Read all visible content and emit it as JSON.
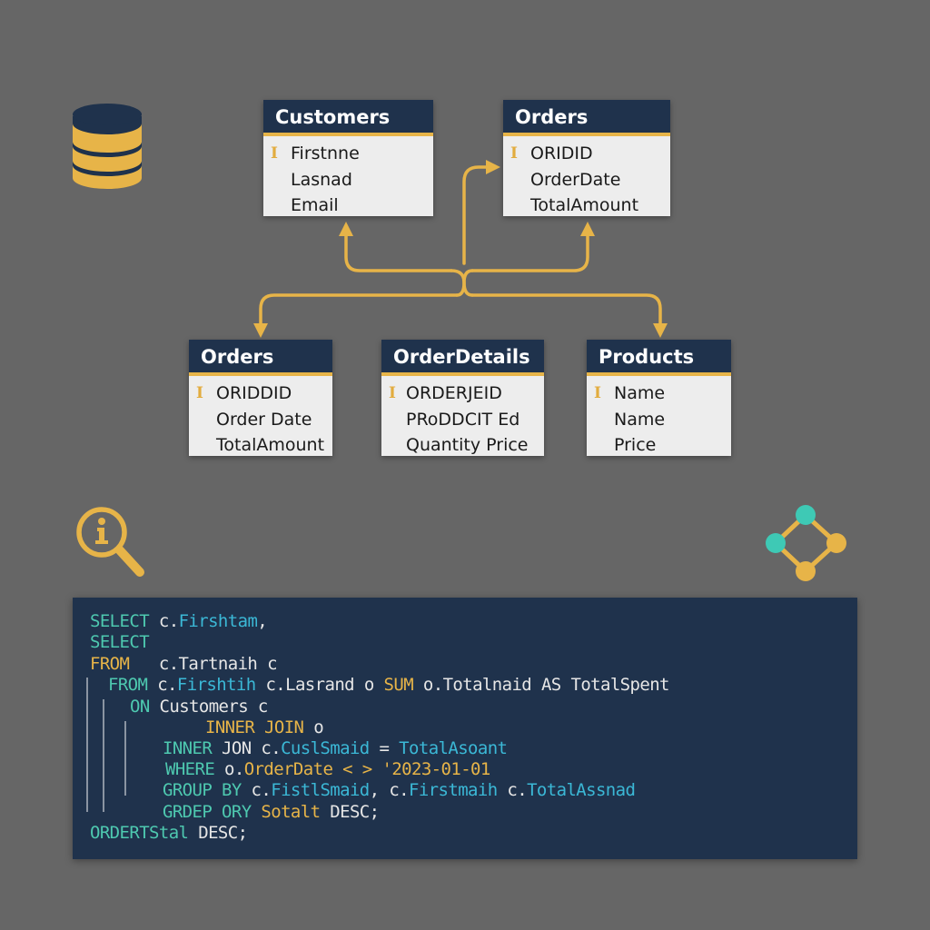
{
  "diagram": {
    "colors": {
      "background": "#666666",
      "table_header": "#1f324c",
      "table_body": "#ededed",
      "accent": "#e7b448",
      "teal": "#3ec9b5",
      "code_bg": "#1f324c"
    },
    "icons": {
      "database": "database-icon",
      "info_search": "info-magnifier-icon",
      "network": "network-nodes-icon"
    },
    "tables": {
      "customers": {
        "title": "Customers",
        "fields": [
          {
            "name": "Firstnne",
            "key": "I"
          },
          {
            "name": "Lasnad",
            "key": ""
          },
          {
            "name": "Email",
            "key": ""
          }
        ]
      },
      "orders_top": {
        "title": "Orders",
        "fields": [
          {
            "name": "ORIDID",
            "key": "I"
          },
          {
            "name": "OrderDate",
            "key": ""
          },
          {
            "name": "TotalAmount",
            "key": ""
          }
        ]
      },
      "orders_bottom": {
        "title": "Orders",
        "fields": [
          {
            "name": "ORIDDID",
            "key": "I"
          },
          {
            "name": "Order  Date",
            "key": ""
          },
          {
            "name": "TotalAmount",
            "key": ""
          }
        ]
      },
      "order_details": {
        "title": "OrderDetails",
        "fields": [
          {
            "name": "ORDERJEID",
            "key": "I"
          },
          {
            "name": "PRoDDCIT  Ed",
            "key": ""
          },
          {
            "name": "Quantity   Price",
            "key": ""
          }
        ]
      },
      "products": {
        "title": "Products",
        "fields": [
          {
            "name": "Name",
            "key": "I"
          },
          {
            "name": "Name",
            "key": ""
          },
          {
            "name": "Price",
            "key": ""
          }
        ]
      }
    },
    "connectors": [
      {
        "from": "junction",
        "to": "customers"
      },
      {
        "from": "junction",
        "to": "orders_top"
      },
      {
        "from": "junction",
        "to": "orders_top_side"
      },
      {
        "from": "junction",
        "to": "orders_bottom"
      },
      {
        "from": "junction",
        "to": "products"
      }
    ]
  },
  "sql": {
    "lines": [
      [
        {
          "t": "SELECT",
          "c": "kw-t"
        },
        {
          "t": " c.",
          "c": "tx-w"
        },
        {
          "t": "Firshtam",
          "c": "id-b"
        },
        {
          "t": ",",
          "c": "tx-w"
        }
      ],
      [
        {
          "t": "SELECT",
          "c": "kw-t"
        }
      ],
      [
        {
          "t": "FROM",
          "c": "kw-y"
        },
        {
          "t": "   c.Tartnaih c",
          "c": "tx-w"
        }
      ],
      [
        {
          "t": "FROM",
          "c": "kw-t"
        },
        {
          "t": " c.",
          "c": "tx-w"
        },
        {
          "t": "Firshtih",
          "c": "id-b"
        },
        {
          "t": " c.Lasrand o ",
          "c": "tx-w"
        },
        {
          "t": "SUM",
          "c": "kw-y"
        },
        {
          "t": " o.Totalnaid AS TotalSpent",
          "c": "tx-w"
        }
      ],
      [
        {
          "t": "ON",
          "c": "kw-t"
        },
        {
          "t": " Customers c",
          "c": "tx-w"
        }
      ],
      [
        {
          "t": "INNER JOIN",
          "c": "kw-y"
        },
        {
          "t": " o",
          "c": "tx-w"
        }
      ],
      [
        {
          "t": "INNER",
          "c": "kw-t"
        },
        {
          "t": " JON c.",
          "c": "tx-w"
        },
        {
          "t": "CuslSmaid",
          "c": "id-b"
        },
        {
          "t": " = ",
          "c": "tx-w"
        },
        {
          "t": "TotalAsoant",
          "c": "id-b"
        }
      ],
      [
        {
          "t": "WHERE",
          "c": "kw-t"
        },
        {
          "t": " o.",
          "c": "tx-w"
        },
        {
          "t": "OrderDate < > '2023-01-01",
          "c": "kw-y"
        }
      ],
      [
        {
          "t": "GROUP BY",
          "c": "kw-t"
        },
        {
          "t": " c.",
          "c": "tx-w"
        },
        {
          "t": "FistlSmaid",
          "c": "id-b"
        },
        {
          "t": ", c.",
          "c": "tx-w"
        },
        {
          "t": "Firstmaih",
          "c": "id-b"
        },
        {
          "t": " c.",
          "c": "tx-w"
        },
        {
          "t": "TotalAssnad",
          "c": "id-b"
        }
      ],
      [
        {
          "t": "GRDEP ORY",
          "c": "kw-t"
        },
        {
          "t": " Sotalt",
          "c": "kw-y"
        },
        {
          "t": " DESC;",
          "c": "tx-w"
        }
      ],
      [
        {
          "t": "ORDERTStal",
          "c": "kw-t"
        },
        {
          "t": " DESC;",
          "c": "tx-w"
        }
      ]
    ]
  }
}
